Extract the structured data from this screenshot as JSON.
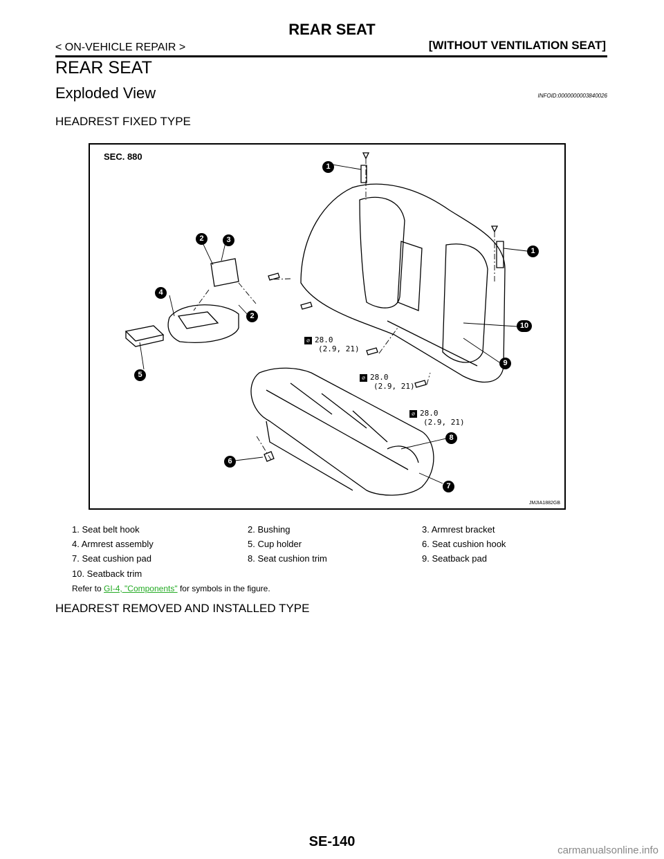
{
  "header": {
    "title": "REAR SEAT",
    "left": "< ON-VEHICLE REPAIR >",
    "right": "[WITHOUT VENTILATION SEAT]"
  },
  "section_title": "REAR SEAT",
  "subsection_title": "Exploded View",
  "infoid": "INFOID:0000000003840026",
  "heading_fixed": "HEADREST FIXED TYPE",
  "figure": {
    "sec_label": "SEC. 880",
    "figure_id": "JMJIA1882GB",
    "torques": [
      {
        "value": "28.0",
        "units": "(2.9, 21)"
      },
      {
        "value": "28.0",
        "units": "(2.9, 21)"
      },
      {
        "value": "28.0",
        "units": "(2.9, 21)"
      }
    ],
    "callouts": [
      "1",
      "1",
      "2",
      "3",
      "2",
      "4",
      "5",
      "6",
      "7",
      "8",
      "9",
      "10"
    ]
  },
  "legend": [
    "1.  Seat belt hook",
    "2.  Bushing",
    "3.  Armrest bracket",
    "4.  Armrest assembly",
    "5.  Cup holder",
    "6.  Seat cushion hook",
    "7.  Seat cushion pad",
    "8.  Seat cushion trim",
    "9.  Seatback pad",
    "10.  Seatback trim"
  ],
  "refer": {
    "prefix": "Refer to ",
    "link": "GI-4, \"Components\"",
    "suffix": " for symbols in the figure."
  },
  "heading_removed": "HEADREST REMOVED AND INSTALLED TYPE",
  "page_number": "SE-140",
  "watermark": "carmanualsonline.info"
}
